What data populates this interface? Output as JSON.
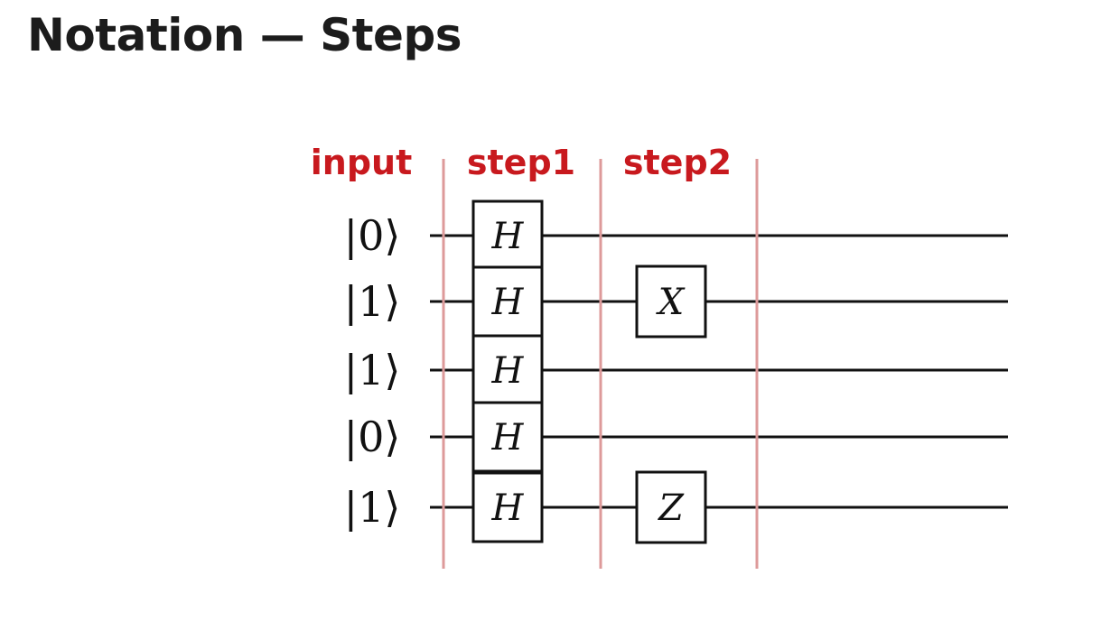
{
  "title": "Notation — Steps",
  "colors": {
    "title": "#1c1c1c",
    "step_label": "#c8191e",
    "divider": "#dd9a9a",
    "wire": "#111111"
  },
  "steps": [
    {
      "id": "input",
      "label": "input"
    },
    {
      "id": "step1",
      "label": "step1"
    },
    {
      "id": "step2",
      "label": "step2"
    }
  ],
  "qubits": [
    {
      "index": 0,
      "input": "|0⟩"
    },
    {
      "index": 1,
      "input": "|1⟩"
    },
    {
      "index": 2,
      "input": "|1⟩"
    },
    {
      "index": 3,
      "input": "|0⟩"
    },
    {
      "index": 4,
      "input": "|1⟩"
    }
  ],
  "gates": [
    {
      "step": "step1",
      "qubit": 0,
      "label": "H"
    },
    {
      "step": "step1",
      "qubit": 1,
      "label": "H"
    },
    {
      "step": "step1",
      "qubit": 2,
      "label": "H"
    },
    {
      "step": "step1",
      "qubit": 3,
      "label": "H"
    },
    {
      "step": "step1",
      "qubit": 4,
      "label": "H"
    },
    {
      "step": "step2",
      "qubit": 1,
      "label": "X"
    },
    {
      "step": "step2",
      "qubit": 4,
      "label": "Z"
    }
  ]
}
